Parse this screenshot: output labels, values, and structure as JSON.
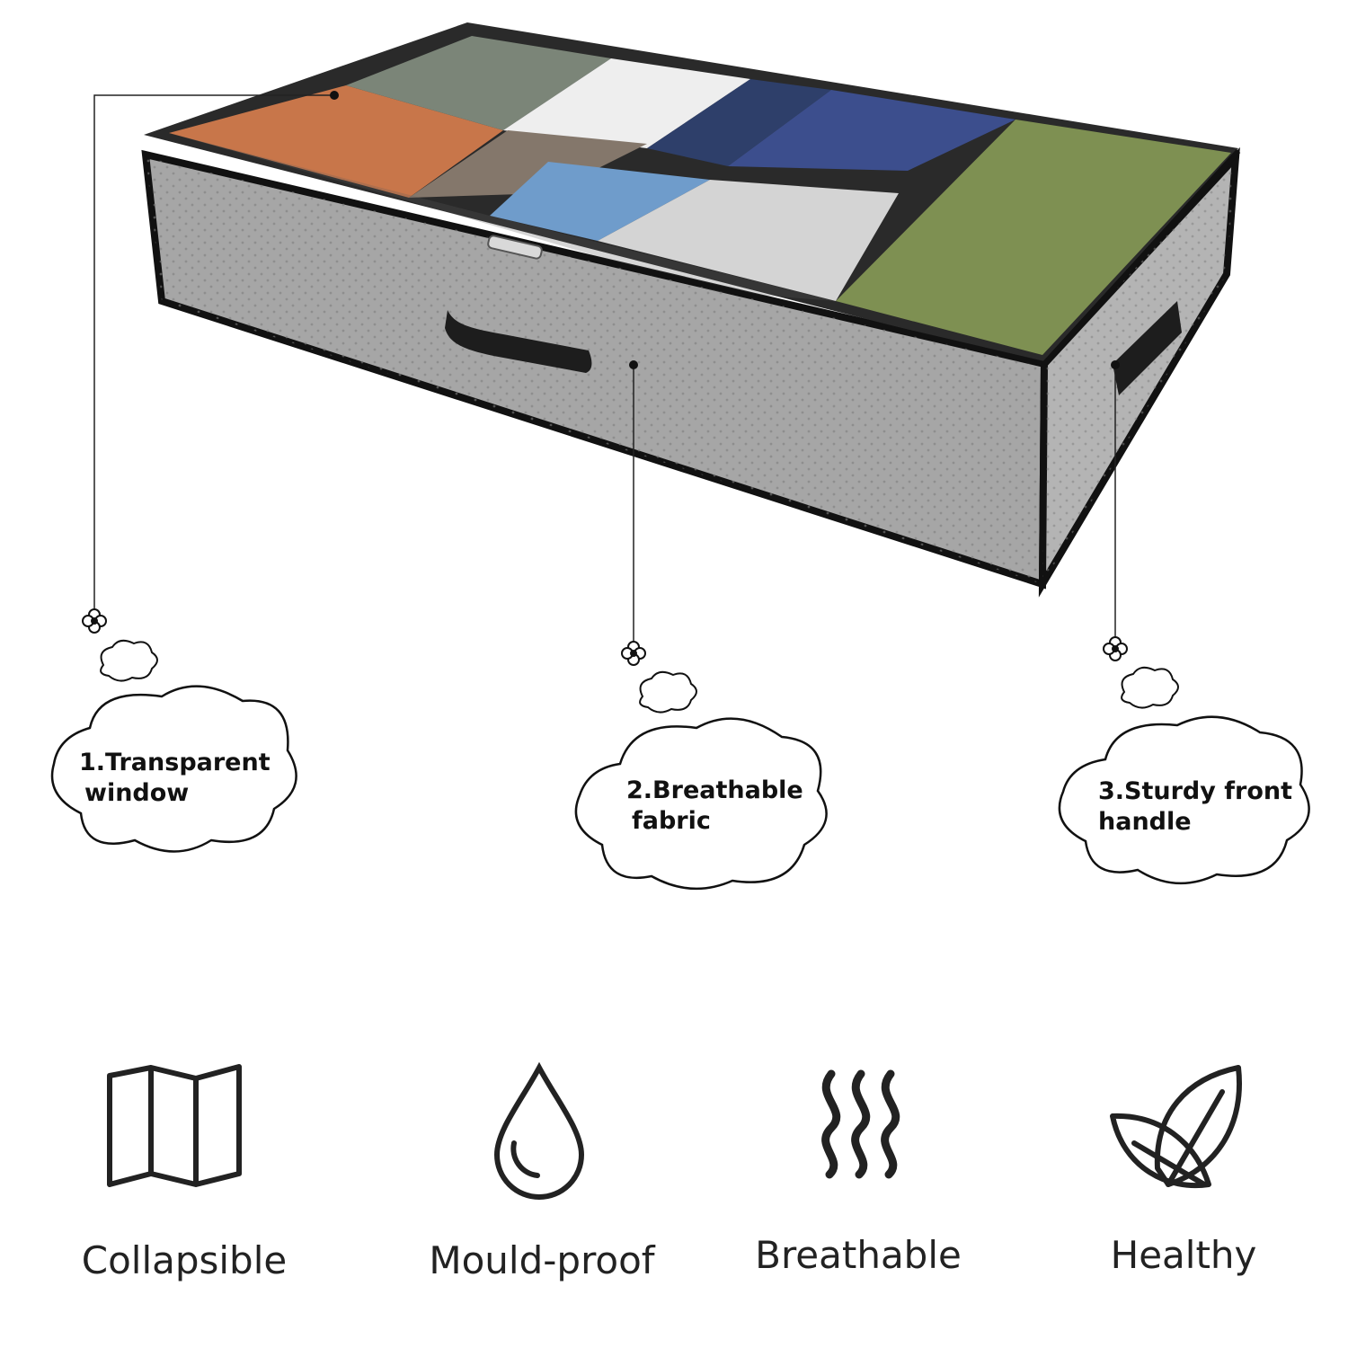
{
  "callouts": [
    {
      "line1": "1.Transparent",
      "line2": "window"
    },
    {
      "line1": "2.Breathable",
      "line2": "fabric"
    },
    {
      "line1": "3.Sturdy front",
      "line2": "handle"
    }
  ],
  "features": [
    {
      "label": "Collapsible",
      "icon": "folded-map-icon"
    },
    {
      "label": "Mould-proof",
      "icon": "water-drop-icon"
    },
    {
      "label": "Breathable",
      "icon": "airflow-waves-icon"
    },
    {
      "label": "Healthy",
      "icon": "leaf-icon"
    }
  ],
  "colors": {
    "background": "#ffffff",
    "fabric": "#9d9d9d",
    "trim": "#111111",
    "text": "#222222"
  }
}
